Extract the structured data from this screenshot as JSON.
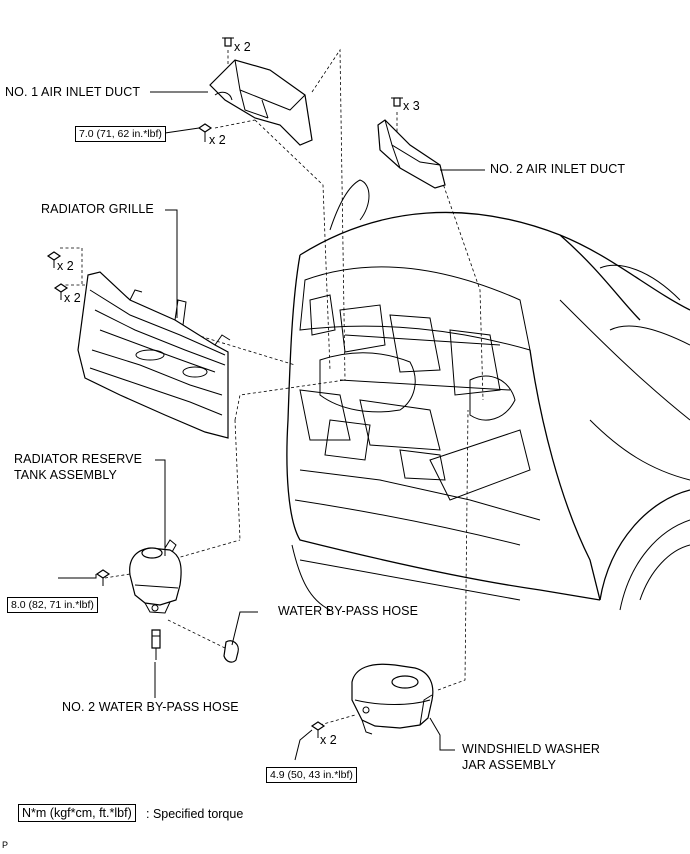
{
  "labels": {
    "no1_air_inlet_duct": "NO. 1 AIR INLET DUCT",
    "no2_air_inlet_duct": "NO. 2 AIR INLET DUCT",
    "radiator_grille": "RADIATOR GRILLE",
    "radiator_reserve_tank_line1": "RADIATOR RESERVE",
    "radiator_reserve_tank_line2": "TANK ASSEMBLY",
    "water_bypass_hose": "WATER BY-PASS HOSE",
    "no2_water_bypass_hose": "NO. 2 WATER BY-PASS HOSE",
    "washer_jar_line1": "WINDSHIELD WASHER",
    "washer_jar_line2": "JAR ASSEMBLY"
  },
  "quantities": {
    "duct1_clip": "x 2",
    "duct1_bolt": "x 2",
    "duct2_clip": "x 3",
    "grille_clip_a": "x 2",
    "grille_clip_b": "x 2",
    "washer_bolt": "x 2"
  },
  "torques": {
    "duct1": "7.0 (71, 62 in.*lbf)",
    "reserve_tank": "8.0 (82, 71 in.*lbf)",
    "washer_jar": "4.9 (50, 43 in.*lbf)"
  },
  "legend": {
    "box": "N*m (kgf*cm, ft.*lbf)",
    "text": ": Specified torque"
  },
  "footer_note": "P"
}
